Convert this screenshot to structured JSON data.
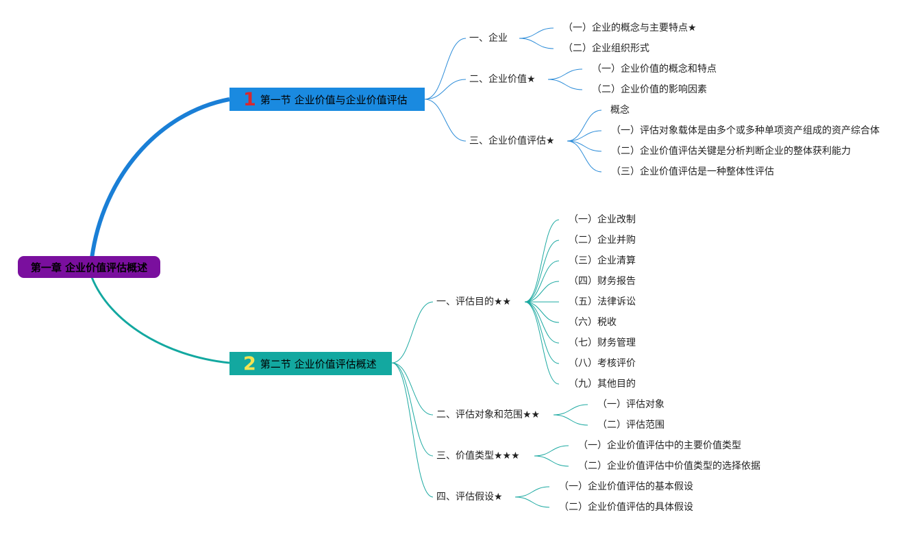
{
  "root": {
    "label": "第一章 企业价值评估概述"
  },
  "sections": [
    {
      "num": "1",
      "label": "第一节 企业价值与企业价值评估",
      "topics": [
        {
          "label": "一、企业",
          "items": [
            "（一）企业的概念与主要特点★",
            "（二）企业组织形式"
          ]
        },
        {
          "label": "二、企业价值★",
          "items": [
            "（一）企业价值的概念和特点",
            "（二）企业价值的影响因素"
          ]
        },
        {
          "label": "三、企业价值评估★",
          "items": [
            "概念",
            "（一）评估对象载体是由多个或多种单项资产组成的资产综合体",
            "（二）企业价值评估关键是分析判断企业的整体获利能力",
            "（三）企业价值评估是一种整体性评估"
          ]
        }
      ]
    },
    {
      "num": "2",
      "label": "第二节 企业价值评估概述",
      "topics": [
        {
          "label": "一、评估目的★★",
          "items": [
            "（一）企业改制",
            "（二）企业并购",
            "（三）企业清算",
            "（四）财务报告",
            "（五）法律诉讼",
            "（六）税收",
            "（七）财务管理",
            "（八）考核评价",
            "（九）其他目的"
          ]
        },
        {
          "label": "二、评估对象和范围★★",
          "items": [
            "（一）评估对象",
            "（二）评估范围"
          ]
        },
        {
          "label": "三、价值类型★★★",
          "items": [
            "（一）企业价值评估中的主要价值类型",
            "（二）企业价值评估中价值类型的选择依据"
          ]
        },
        {
          "label": "四、评估假设★",
          "items": [
            "（一）企业价值评估的基本假设",
            "（二）企业价值评估的具体假设"
          ]
        }
      ]
    }
  ],
  "colors": {
    "root": "#7a0f9e",
    "section1": "#1a8ae0",
    "section2": "#13a8a0",
    "red_num": "#d8282e",
    "yellow_num": "#f4e452"
  }
}
